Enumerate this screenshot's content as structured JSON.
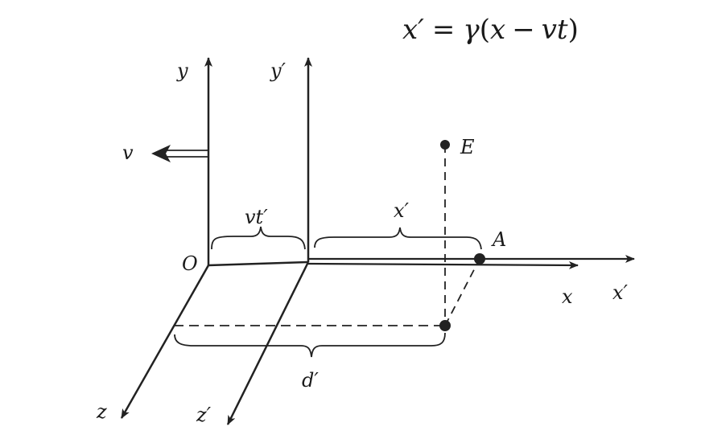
{
  "equation": {
    "lhs": "x′",
    "equals": "=",
    "gamma": "γ",
    "open": "(",
    "x": "x",
    "minus": "−",
    "vt": "vt",
    "close": ")"
  },
  "labels": {
    "y": "y",
    "y_prime": "y′",
    "v": "v",
    "vt_prime": "vt′",
    "x_prime_brace": "x′",
    "E": "E",
    "A": "A",
    "O": "O",
    "x": "x",
    "x_prime_axis": "x′",
    "d_prime": "d′",
    "z": "z",
    "z_prime": "z′"
  }
}
